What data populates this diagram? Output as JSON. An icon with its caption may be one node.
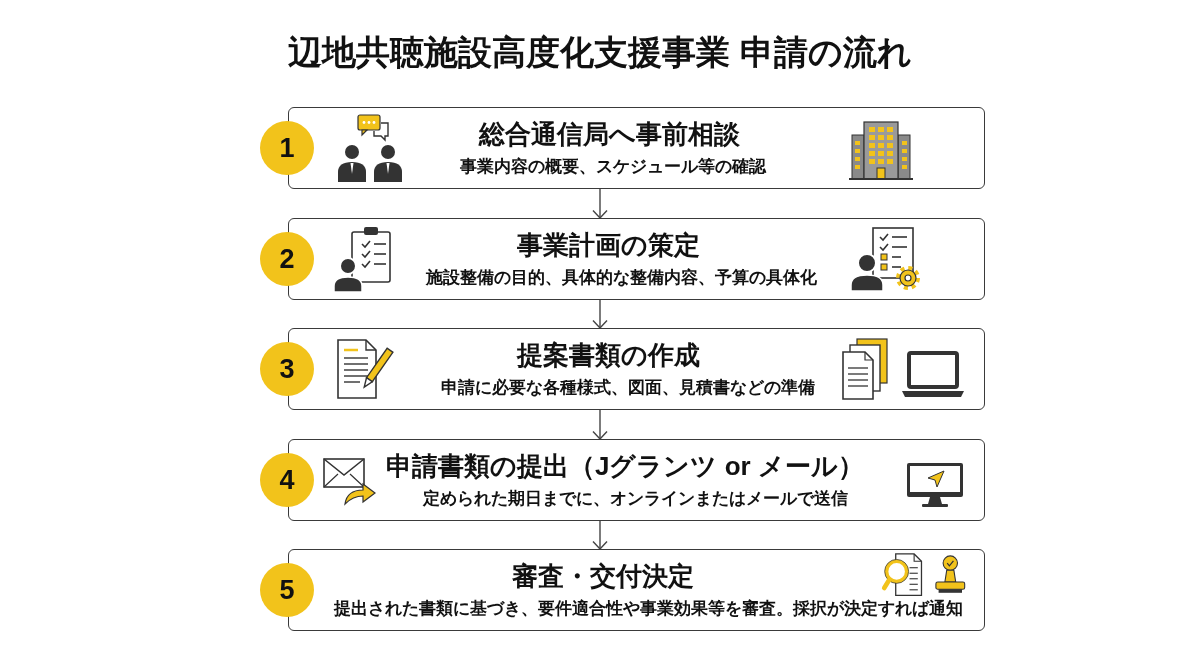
{
  "diagram": {
    "title": "辺地共聴施設高度化支援事業 申請の流れ",
    "nodes": [
      {
        "text": [
          "1"
        ]
      },
      {
        "text": [
          "総合通信局へ事前相談",
          "事業内容の概要、スケジュール等の確認"
        ]
      },
      {
        "text": [
          "2"
        ]
      },
      {
        "text": [
          "事業計画の策定",
          "施設整備の目的、具体的な整備内容、予算の具体化"
        ]
      },
      {
        "text": [
          "3"
        ]
      },
      {
        "text": [
          "提案書類の作成",
          "申請に必要な各種様式、図面、見積書などの準備"
        ]
      },
      {
        "text": [
          "4"
        ]
      },
      {
        "text": [
          "申請書類の提出（Jグランツ or メール）",
          "定められた期日までに、オンラインまたはメールで送信"
        ]
      },
      {
        "text": [
          "5"
        ]
      },
      {
        "text": [
          "審査・交付決定",
          "提出された書類に基づき、要件適合性や事業効果等を審査。採択が決定すれば通知"
        ]
      }
    ],
    "edges": [
      {
        "from": 1,
        "to": 3,
        "arrow": "to"
      },
      {
        "from": 3,
        "to": 5,
        "arrow": "to"
      },
      {
        "from": 5,
        "to": 7,
        "arrow": "to"
      },
      {
        "from": 7,
        "to": 9,
        "arrow": "to"
      }
    ]
  }
}
